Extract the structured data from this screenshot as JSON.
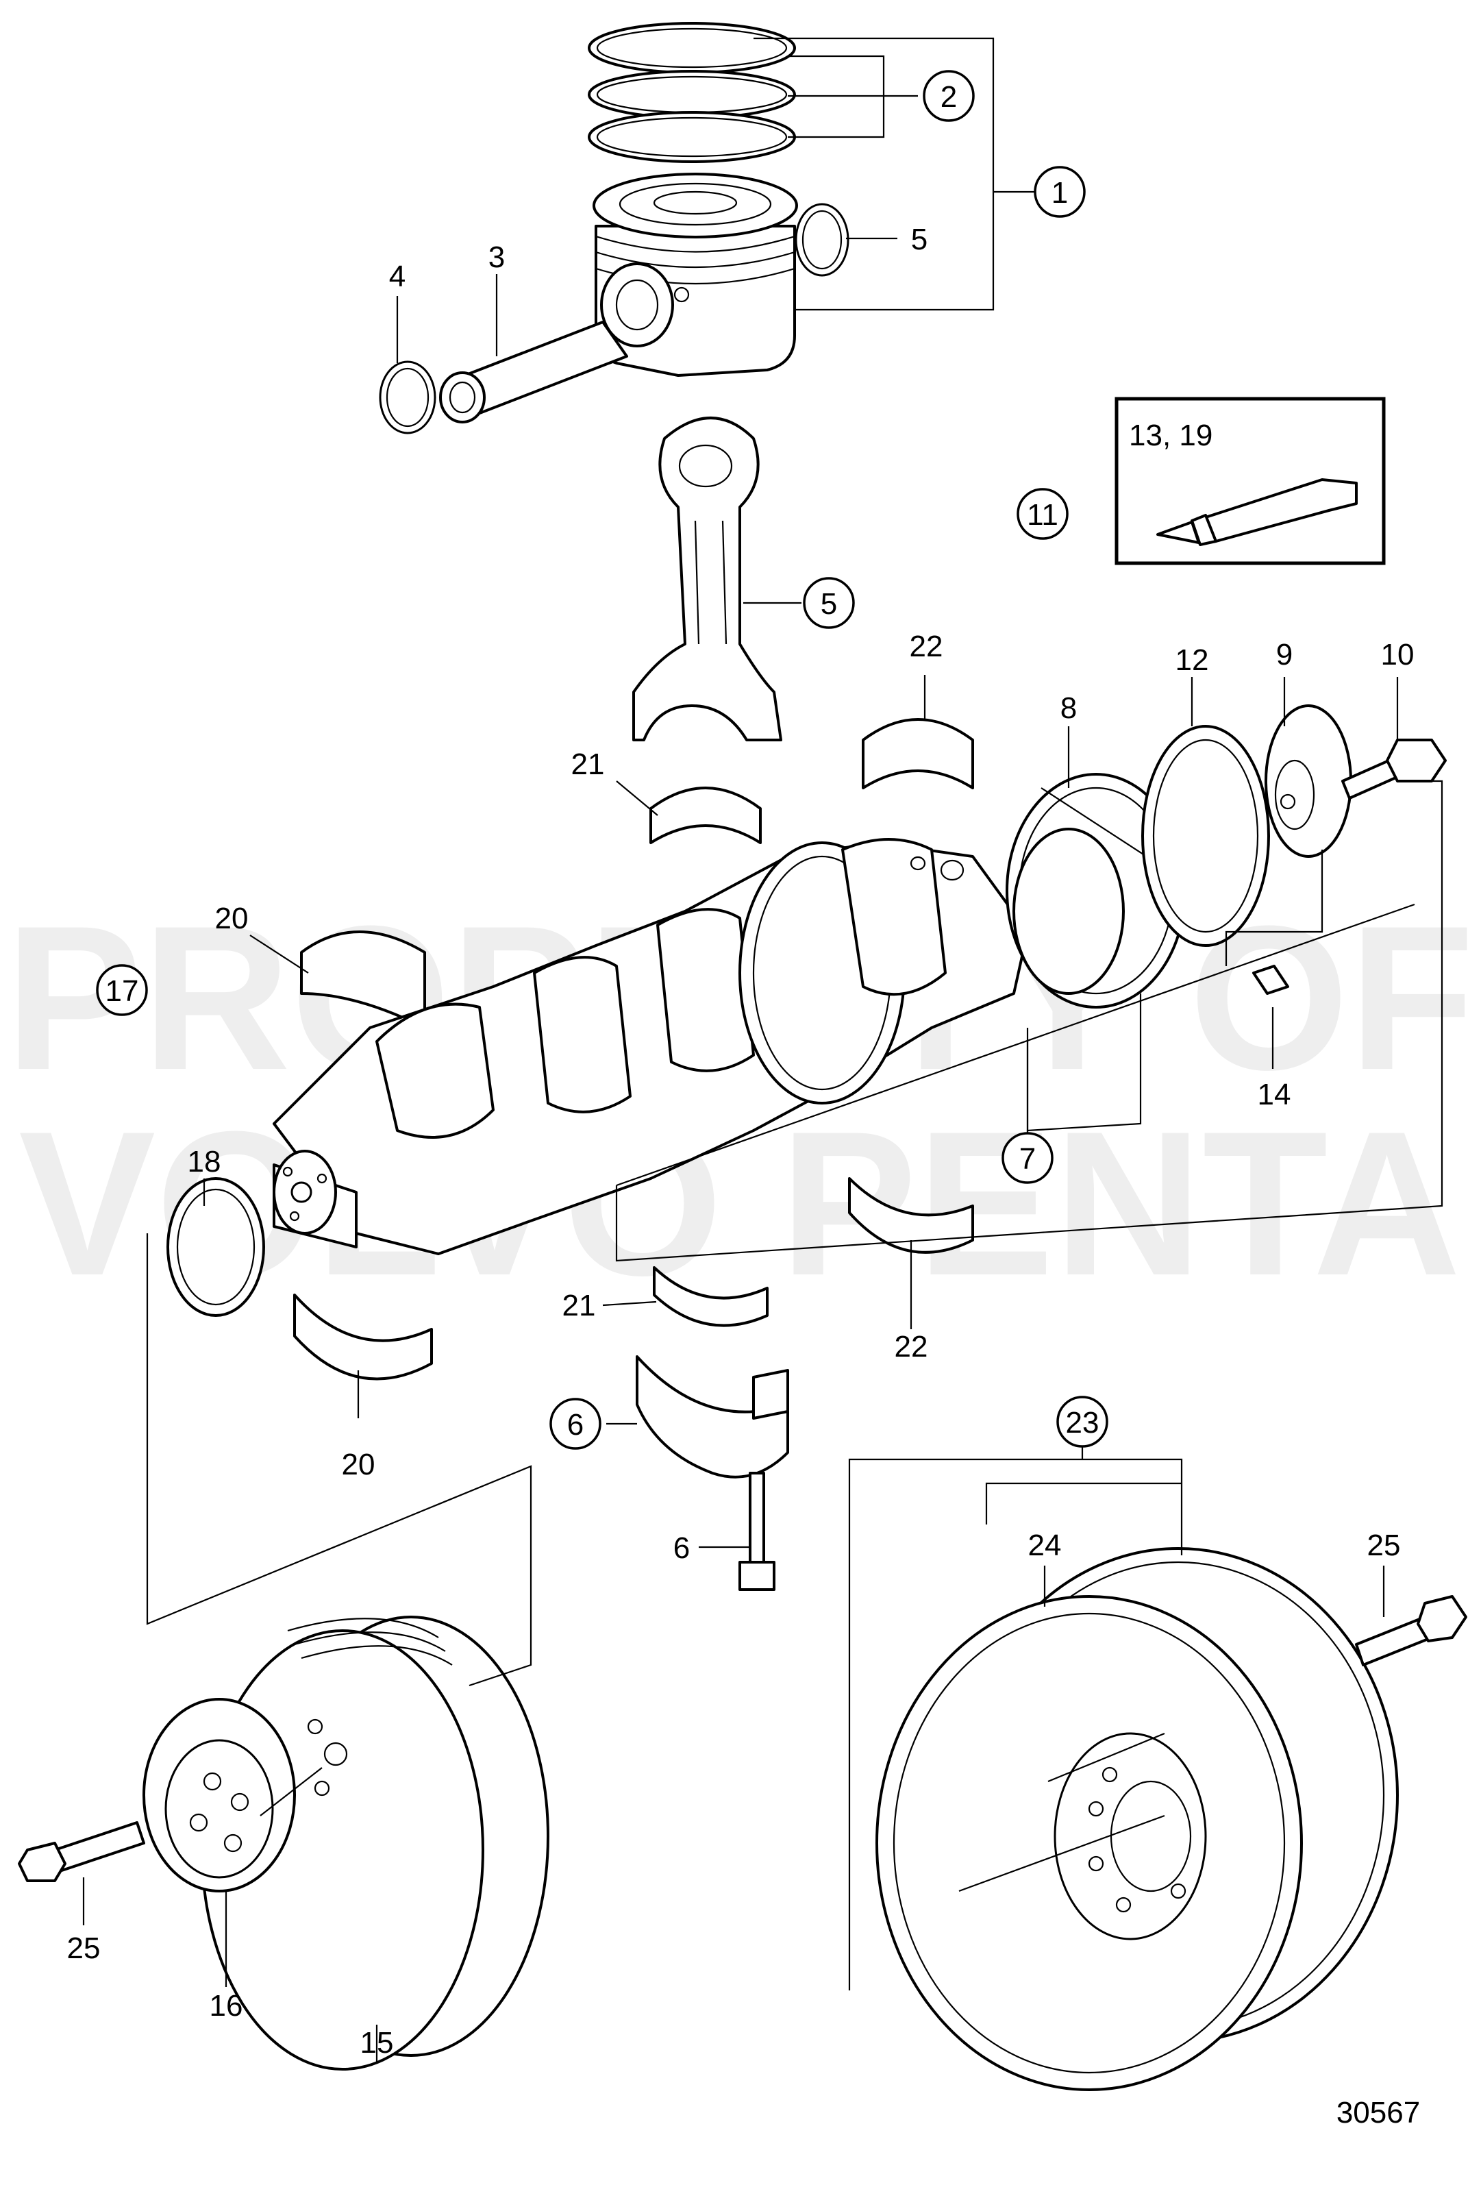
{
  "watermark": {
    "line1": "PROPERTY OF",
    "line2": "VOLVO PENTA"
  },
  "kit_box": {
    "label": "13, 19"
  },
  "labels": {
    "l1": "1",
    "l2": "2",
    "l3": "3",
    "l4": "4",
    "l5_top": "5",
    "l5_rod": "5",
    "l6_cap": "6",
    "l6_bolt": "6",
    "l7": "7",
    "l8": "8",
    "l9": "9",
    "l10": "10",
    "l11": "11",
    "l12": "12",
    "l14": "14",
    "l15": "15",
    "l16": "16",
    "l17": "17",
    "l18": "18",
    "l20_top": "20",
    "l20_bottom": "20",
    "l21_top": "21",
    "l21_bottom": "21",
    "l22_top": "22",
    "l22_bottom": "22",
    "l23": "23",
    "l24": "24",
    "l25_left": "25",
    "l25_right": "25"
  },
  "figure_number": "30567"
}
